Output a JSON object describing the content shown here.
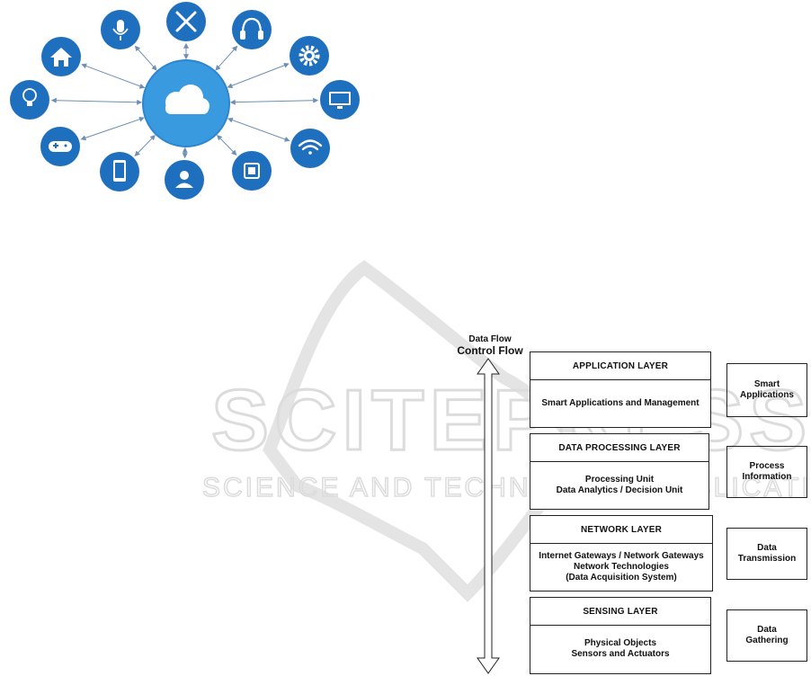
{
  "colors": {
    "node_blue": "#1f6fbf",
    "hub_blue": "#3a9ae0",
    "arrow": "#6d8fb5",
    "watermark": "#d9d9d9"
  },
  "hub_diagram": {
    "center": "cloud-icon",
    "nodes": [
      {
        "icon": "microphone-icon"
      },
      {
        "icon": "tools-icon"
      },
      {
        "icon": "headphones-icon"
      },
      {
        "icon": "home-icon"
      },
      {
        "icon": "gear-icon"
      },
      {
        "icon": "light-bulb-icon"
      },
      {
        "icon": "monitor-icon"
      },
      {
        "icon": "gamepad-icon"
      },
      {
        "icon": "wifi-icon"
      },
      {
        "icon": "smartphone-icon"
      },
      {
        "icon": "user-icon"
      },
      {
        "icon": "chip-icon"
      }
    ]
  },
  "watermark": {
    "main": "SCITEPRESS",
    "sub": "SCIENCE AND TECHNOLOGY PUBLICATIONS"
  },
  "flow": {
    "line1": "Data Flow",
    "line2": "Control Flow"
  },
  "layers": [
    {
      "title": "APPLICATION LAYER",
      "body": [
        "Smart Applications and Management"
      ],
      "side": [
        "Smart",
        "Applications"
      ]
    },
    {
      "title": "DATA PROCESSING LAYER",
      "body": [
        "Processing Unit",
        "Data Analytics / Decision Unit"
      ],
      "side": [
        "Process",
        "Information"
      ]
    },
    {
      "title": "NETWORK LAYER",
      "body": [
        "Internet Gateways / Network Gateways",
        "Network Technologies",
        "(Data Acquisition System)"
      ],
      "side": [
        "Data",
        "Transmission"
      ]
    },
    {
      "title": "SENSING LAYER",
      "body": [
        "Physical Objects",
        "Sensors and Actuators"
      ],
      "side": [
        "Data",
        "Gathering"
      ]
    }
  ]
}
